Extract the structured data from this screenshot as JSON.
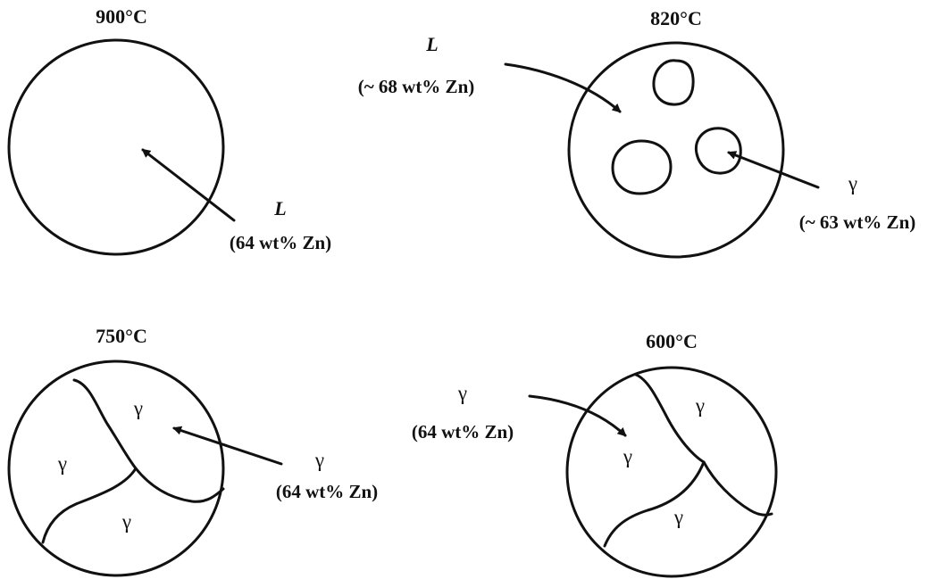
{
  "panels": {
    "p900": {
      "temperature": "900°C",
      "phase": "L",
      "composition": "(64 wt% Zn)"
    },
    "p820": {
      "temperature": "820°C",
      "liquid_phase": "L",
      "liquid_composition": "(~ 68 wt% Zn)",
      "solid_phase": "γ",
      "solid_composition": "(~ 63 wt% Zn)"
    },
    "p750": {
      "temperature": "750°C",
      "grain_label_left": "γ",
      "grain_label_top": "γ",
      "grain_label_bottom": "γ",
      "arrow_phase": "γ",
      "arrow_composition": "(64 wt% Zn)"
    },
    "p600": {
      "temperature": "600°C",
      "grain_label_left": "γ",
      "grain_label_top": "γ",
      "grain_label_bottom": "γ",
      "arrow_phase": "γ",
      "arrow_composition": "(64 wt% Zn)"
    }
  },
  "colors": {
    "ink": "#111111",
    "background": "#ffffff"
  }
}
